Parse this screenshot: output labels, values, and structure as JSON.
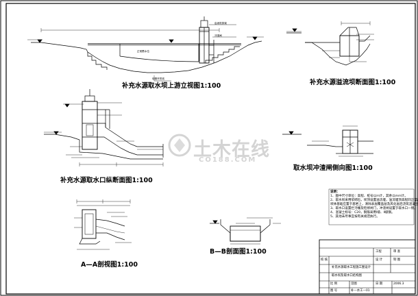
{
  "titles": {
    "upstream_elevation": "补充水源取水坝上游立视图1:100",
    "overflow_dam_section": "补充水源溢流坝断面图1:100",
    "intake_longitudinal": "补充水源取水口纵断面图1:100",
    "flushing_gate_elevation": "取水坝冲渣闸侧向图1:100",
    "section_aa": "A—A剖视图1:100",
    "section_bb": "B—B剖面图1:100"
  },
  "notes": {
    "heading": "说明：",
    "lines": [
      "1、图中尺寸单位：高程、桩号以m计，其余以mm计。",
      "2、取水坝采用浆砌石，坝顶设置溢流堰，溢流堰顶高程同正常蓄水位。",
      "   坝体基础应置于基岩上，清除表层覆盖层及风化层后浇筑混凝土垫层。",
      "3、取水口设置拦污栅及检修闸门，冲渣闸设置于取水口一侧。",
      "4、混凝土标号：C20，钢筋采用Ⅰ级、Ⅱ级钢。",
      "5、其他未尽事宜按有关规范执行。"
    ]
  },
  "title_block": {
    "project": "补充水源取水工程施工图设计",
    "drawing_name": "取水坝及取水口结构图",
    "rows": [
      "工程",
      "审 查",
      "校 核",
      "设 计",
      "制 图"
    ],
    "labels": [
      "比 例",
      "日 期",
      "图 号"
    ],
    "values": [
      "见图",
      "2006.3",
      "补—水工—01"
    ]
  },
  "watermark": {
    "cn": "土木在线",
    "en": "CO188.COM"
  },
  "colors": {
    "ink": "#000000",
    "watermark": "#d4d4d4"
  }
}
